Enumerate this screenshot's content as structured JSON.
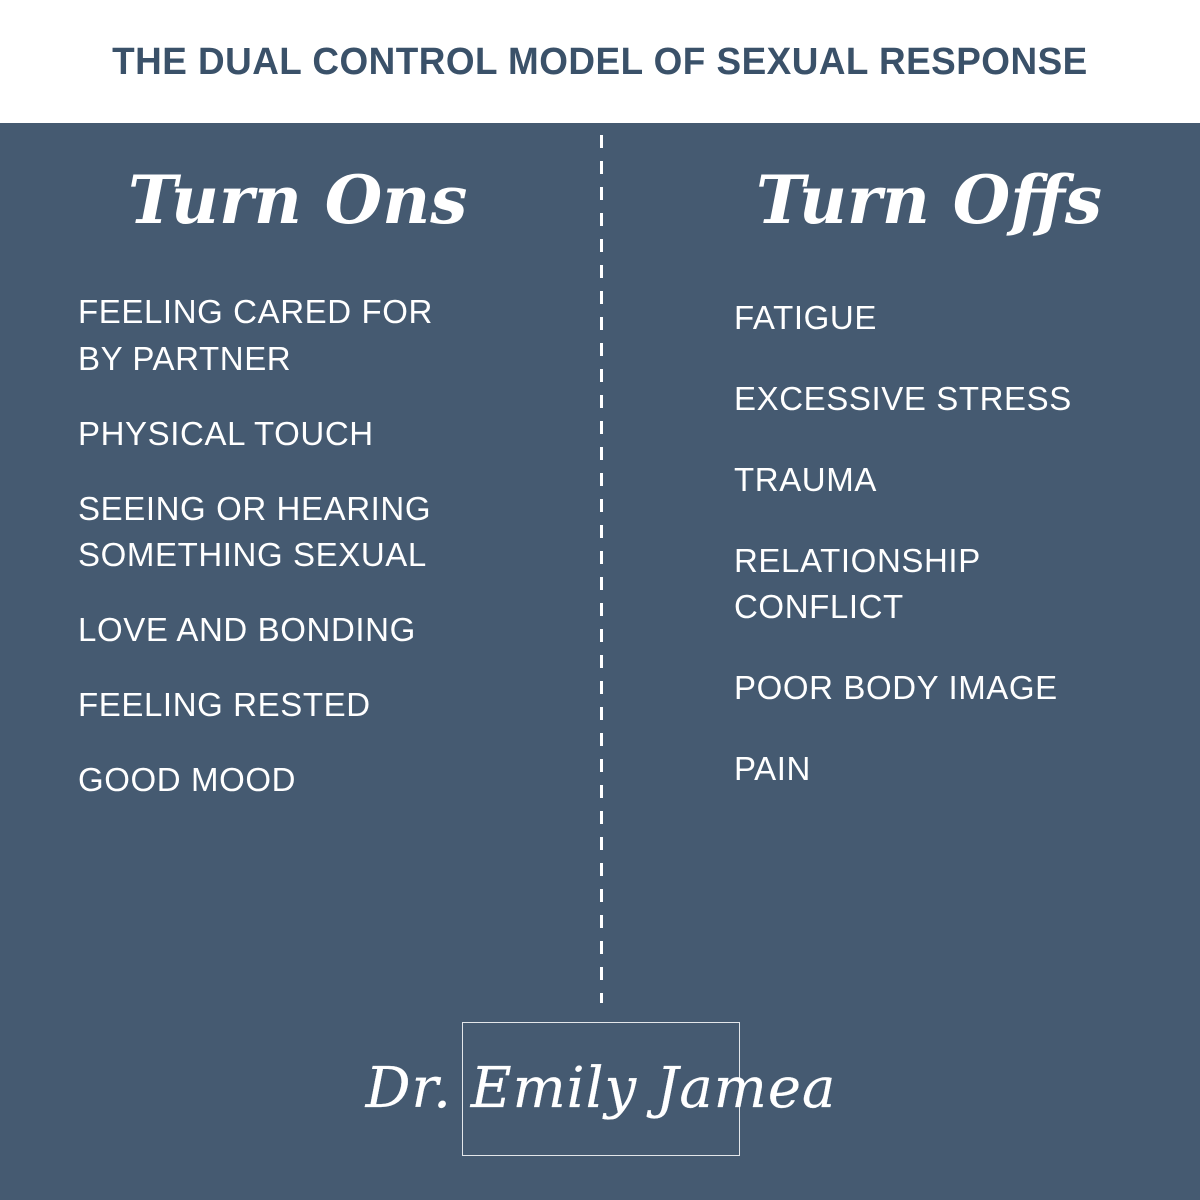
{
  "header": {
    "title": "THE DUAL CONTROL MODEL OF SEXUAL RESPONSE",
    "title_color": "#3A5169",
    "background_color": "#FFFFFF"
  },
  "theme": {
    "background_color": "#455A71",
    "text_color": "#FFFFFF",
    "divider_style": "dashed-vertical-white"
  },
  "columns": {
    "left": {
      "heading": "Turn Ons",
      "items": [
        "FEELING CARED FOR\nBY PARTNER",
        "PHYSICAL TOUCH",
        "SEEING OR HEARING\nSOMETHING SEXUAL",
        "LOVE AND BONDING",
        "FEELING RESTED",
        "GOOD MOOD"
      ]
    },
    "right": {
      "heading": "Turn Offs",
      "items": [
        "FATIGUE",
        "EXCESSIVE STRESS",
        "TRAUMA",
        "RELATIONSHIP\nCONFLICT",
        "POOR BODY IMAGE",
        "PAIN"
      ]
    }
  },
  "logo": {
    "signature": "Dr. Emily Jamea"
  }
}
